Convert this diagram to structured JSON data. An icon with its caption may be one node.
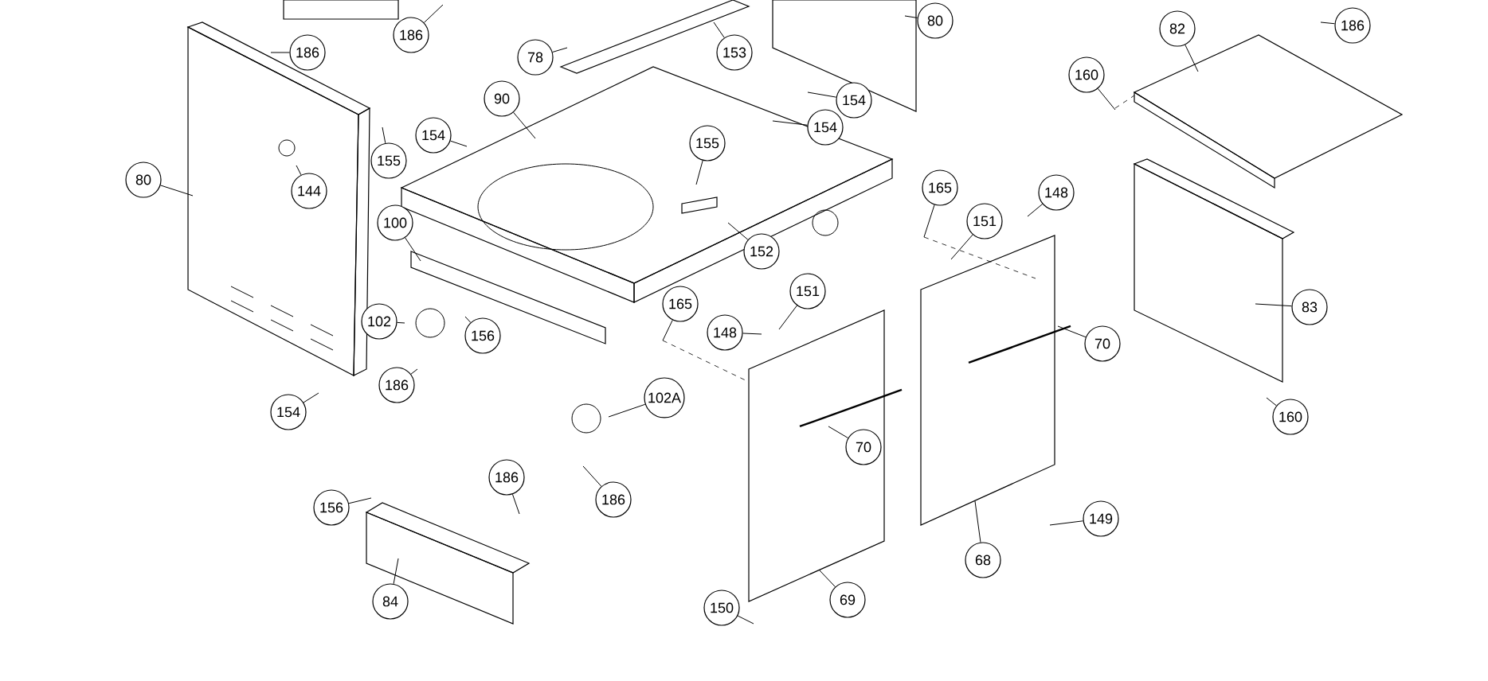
{
  "diagram": {
    "nodes": [
      {
        "text": [
          "186"
        ]
      },
      {
        "text": [
          "186"
        ]
      },
      {
        "text": [
          "78"
        ]
      },
      {
        "text": [
          "153"
        ]
      },
      {
        "text": [
          "80"
        ]
      },
      {
        "text": [
          "82"
        ]
      },
      {
        "text": [
          "186"
        ]
      },
      {
        "text": [
          "160"
        ]
      },
      {
        "text": [
          "90"
        ]
      },
      {
        "text": [
          "154"
        ]
      },
      {
        "text": [
          "154"
        ]
      },
      {
        "text": [
          "154"
        ]
      },
      {
        "text": [
          "155"
        ]
      },
      {
        "text": [
          "155"
        ]
      },
      {
        "text": [
          "144"
        ]
      },
      {
        "text": [
          "80"
        ]
      },
      {
        "text": [
          "100"
        ]
      },
      {
        "text": [
          "165"
        ]
      },
      {
        "text": [
          "151"
        ]
      },
      {
        "text": [
          "148"
        ]
      },
      {
        "text": [
          "152"
        ]
      },
      {
        "text": [
          "83"
        ]
      },
      {
        "text": [
          "165"
        ]
      },
      {
        "text": [
          "151"
        ]
      },
      {
        "text": [
          "148"
        ]
      },
      {
        "text": [
          "70"
        ]
      },
      {
        "text": [
          "102"
        ]
      },
      {
        "text": [
          "156"
        ]
      },
      {
        "text": [
          "186"
        ]
      },
      {
        "text": [
          "154"
        ]
      },
      {
        "text": [
          "102A"
        ]
      },
      {
        "text": [
          "70"
        ]
      },
      {
        "text": [
          "160"
        ]
      },
      {
        "text": [
          "186"
        ]
      },
      {
        "text": [
          "186"
        ]
      },
      {
        "text": [
          "156"
        ]
      },
      {
        "text": [
          "149"
        ]
      },
      {
        "text": [
          "68"
        ]
      },
      {
        "text": [
          "84"
        ]
      },
      {
        "text": [
          "69"
        ]
      },
      {
        "text": [
          "150"
        ]
      }
    ],
    "edges": [
      {
        "from": 0,
        "to": null,
        "arrow": "none"
      },
      {
        "from": 1,
        "to": null,
        "arrow": "none"
      },
      {
        "from": 2,
        "to": null,
        "arrow": "none"
      },
      {
        "from": 3,
        "to": null,
        "arrow": "none"
      },
      {
        "from": 4,
        "to": null,
        "arrow": "none"
      },
      {
        "from": 5,
        "to": null,
        "arrow": "none"
      },
      {
        "from": 6,
        "to": null,
        "arrow": "none"
      },
      {
        "from": 7,
        "to": null,
        "arrow": "none"
      },
      {
        "from": 8,
        "to": null,
        "arrow": "none"
      },
      {
        "from": 9,
        "to": null,
        "arrow": "none"
      },
      {
        "from": 10,
        "to": null,
        "arrow": "none"
      },
      {
        "from": 11,
        "to": null,
        "arrow": "none"
      },
      {
        "from": 12,
        "to": null,
        "arrow": "none"
      },
      {
        "from": 13,
        "to": null,
        "arrow": "none"
      },
      {
        "from": 14,
        "to": null,
        "arrow": "none"
      },
      {
        "from": 15,
        "to": null,
        "arrow": "none"
      },
      {
        "from": 16,
        "to": null,
        "arrow": "none"
      },
      {
        "from": 17,
        "to": null,
        "arrow": "none"
      },
      {
        "from": 18,
        "to": null,
        "arrow": "none"
      },
      {
        "from": 19,
        "to": null,
        "arrow": "none"
      },
      {
        "from": 20,
        "to": null,
        "arrow": "none"
      },
      {
        "from": 21,
        "to": null,
        "arrow": "none"
      },
      {
        "from": 22,
        "to": null,
        "arrow": "none"
      },
      {
        "from": 23,
        "to": null,
        "arrow": "none"
      },
      {
        "from": 24,
        "to": null,
        "arrow": "none"
      },
      {
        "from": 25,
        "to": null,
        "arrow": "none"
      },
      {
        "from": 26,
        "to": null,
        "arrow": "none"
      },
      {
        "from": 27,
        "to": null,
        "arrow": "none"
      },
      {
        "from": 28,
        "to": null,
        "arrow": "none"
      },
      {
        "from": 29,
        "to": null,
        "arrow": "none"
      },
      {
        "from": 30,
        "to": null,
        "arrow": "none"
      },
      {
        "from": 31,
        "to": null,
        "arrow": "none"
      },
      {
        "from": 32,
        "to": null,
        "arrow": "none"
      },
      {
        "from": 33,
        "to": null,
        "arrow": "none"
      },
      {
        "from": 34,
        "to": null,
        "arrow": "none"
      },
      {
        "from": 35,
        "to": null,
        "arrow": "none"
      },
      {
        "from": 36,
        "to": null,
        "arrow": "none"
      },
      {
        "from": 37,
        "to": null,
        "arrow": "none"
      },
      {
        "from": 38,
        "to": null,
        "arrow": "none"
      },
      {
        "from": 39,
        "to": null,
        "arrow": "none"
      },
      {
        "from": 40,
        "to": null,
        "arrow": "none"
      }
    ]
  }
}
